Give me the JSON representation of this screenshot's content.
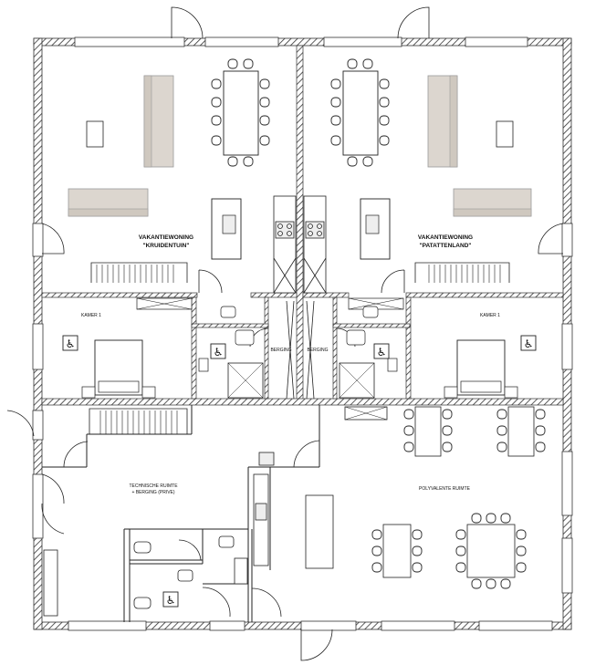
{
  "rooms": {
    "unit_left_name": "VAKANTIEWONING",
    "unit_left_sub": "\"KRUIDENTUIN\"",
    "unit_right_name": "VAKANTIEWONING",
    "unit_right_sub": "\"PATATTENLAND\"",
    "kamer_left": "KAMER 1",
    "kamer_right": "KAMER 1",
    "berging_left": "BERGING",
    "berging_right": "BERGING",
    "technische_1": "TECHNISCHE RUIMTE",
    "technische_2": "+ BERGING (PRIVE)",
    "polyvalente": "POLYVALENTE RUIMTE"
  },
  "icons": {
    "accessibility": "wheelchair-icon",
    "colors": {
      "wall": "#555555",
      "furniture": "#dcd6cf",
      "line": "#222222"
    }
  }
}
